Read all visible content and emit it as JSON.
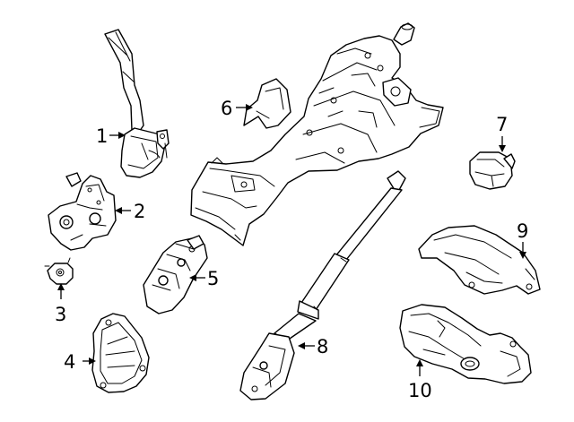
{
  "diagram": {
    "background": "#ffffff",
    "ink": "#000000",
    "parts": [
      {
        "id": "1",
        "label": "1"
      },
      {
        "id": "2",
        "label": "2"
      },
      {
        "id": "3",
        "label": "3"
      },
      {
        "id": "4",
        "label": "4"
      },
      {
        "id": "5",
        "label": "5"
      },
      {
        "id": "6",
        "label": "6"
      },
      {
        "id": "7",
        "label": "7"
      },
      {
        "id": "8",
        "label": "8"
      },
      {
        "id": "9",
        "label": "9"
      },
      {
        "id": "10",
        "label": "10"
      }
    ]
  }
}
